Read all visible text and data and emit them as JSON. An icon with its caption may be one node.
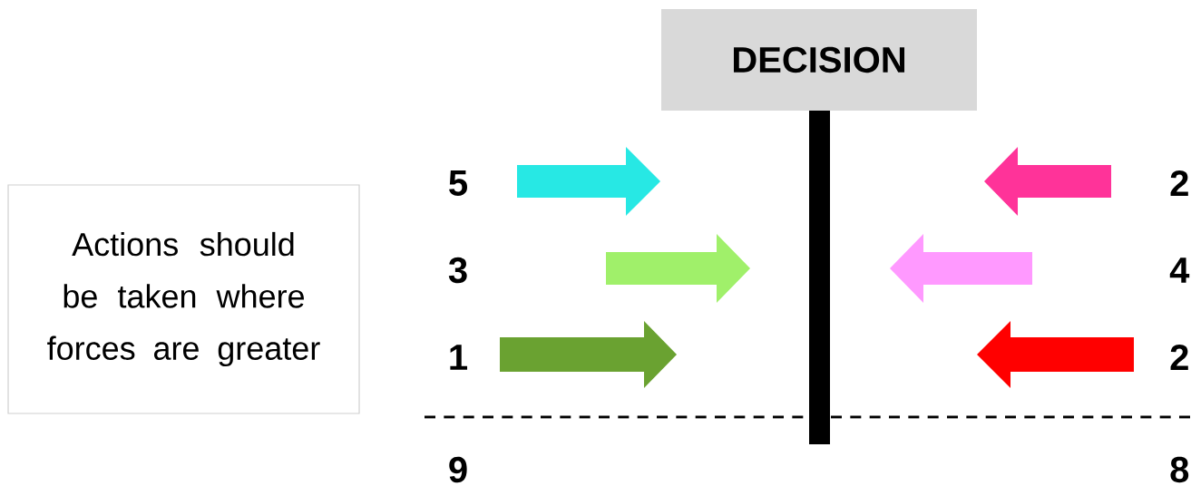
{
  "diagram": {
    "nodes": [
      {
        "text": [
          "DECISION"
        ]
      },
      {
        "text": [
          "Actions should be taken where forces are greater"
        ]
      },
      {
        "text": [],
        "shape": "bar"
      }
    ],
    "labels": [
      "5",
      "2",
      "3",
      "4",
      "1",
      "2",
      "9",
      "8"
    ]
  }
}
